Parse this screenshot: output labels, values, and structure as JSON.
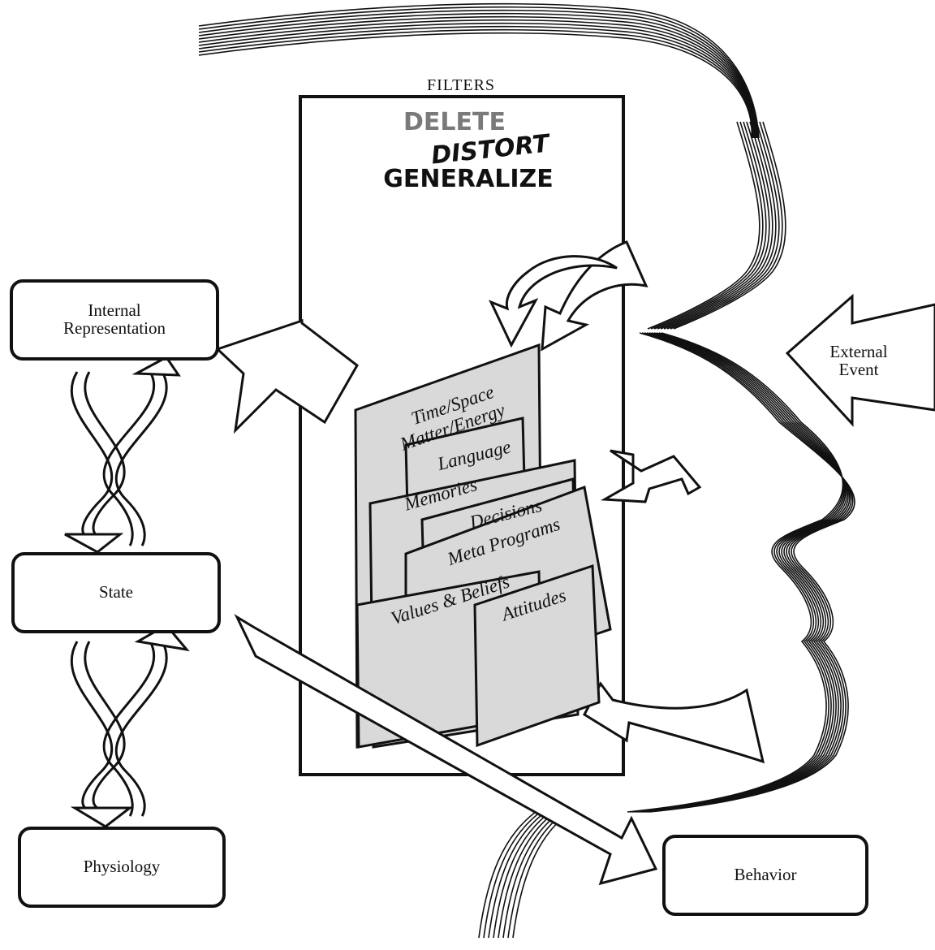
{
  "filters": {
    "title": "FILTERS",
    "verbs": {
      "delete": "DELETE",
      "distort": "DISTORT",
      "generalize": "GENERALIZE"
    },
    "cards": {
      "time_space": [
        "Time/Space",
        "Matter/Energy"
      ],
      "language": "Language",
      "memories": "Memories",
      "decisions": "Decisions",
      "meta_programs": "Meta Programs",
      "values_beliefs": "Values & Beliefs",
      "attitudes": "Attitudes"
    }
  },
  "boxes": {
    "internal_representation": [
      "Internal",
      "Representation"
    ],
    "state": "State",
    "physiology": "Physiology",
    "behavior": "Behavior"
  },
  "external_event": [
    "External",
    "Event"
  ],
  "colors": {
    "ink": "#111111",
    "card_fill": "#d9d9d9",
    "delete_gray": "#7a7a7a"
  }
}
